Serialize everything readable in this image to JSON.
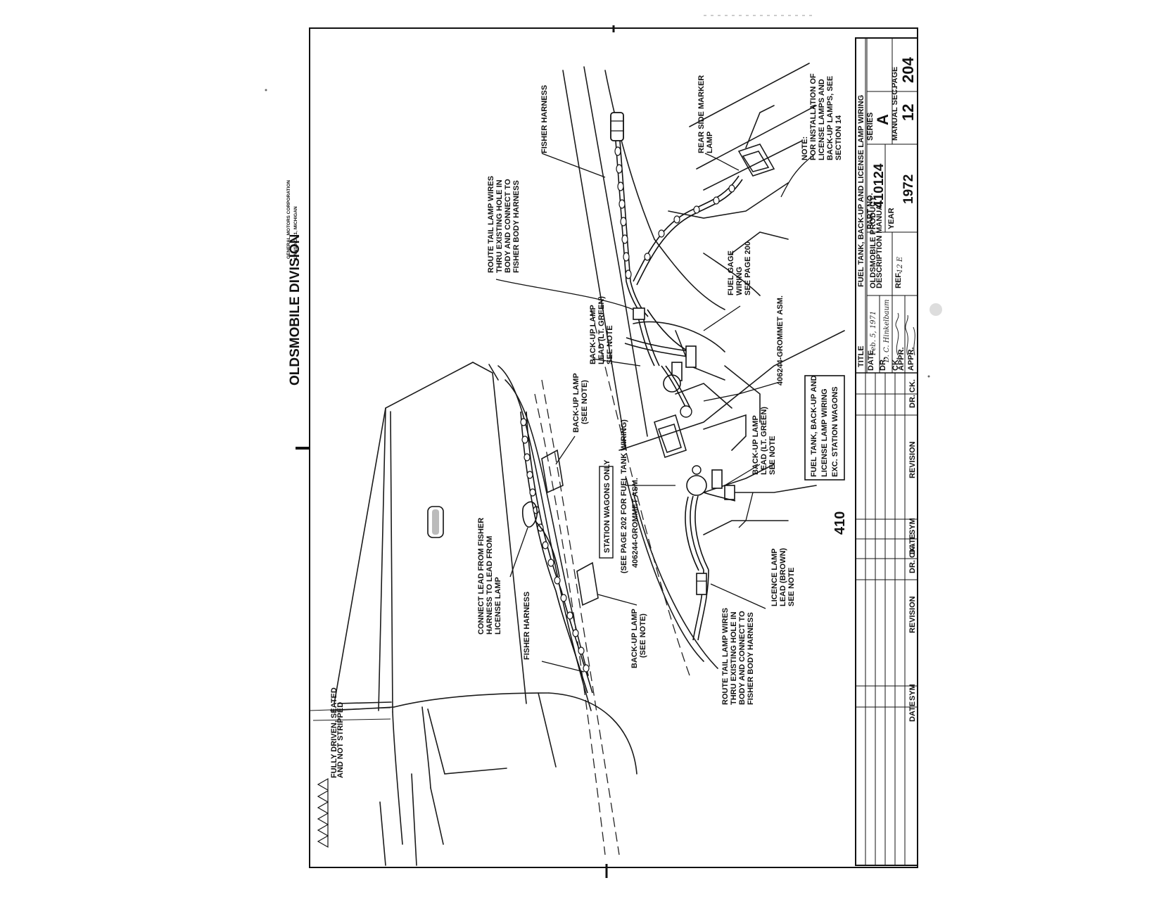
{
  "header": {
    "division": "OLDSMOBILE DIVISION",
    "corp_line1": "GENERAL MOTORS CORPORATION",
    "corp_line2": "LANSING 21, MICHIGAN"
  },
  "callouts": {
    "fisher_harness_top": "FISHER HARNESS",
    "route_tail_top": [
      "ROUTE TAIL LAMP WIRES",
      "THRU EXISTING HOLE IN",
      "BODY AND CONNECT TO",
      "FISHER BODY HARNESS"
    ],
    "rear_side_marker": [
      "REAR SIDE MARKER",
      "LAMP"
    ],
    "note": [
      "NOTE:",
      "FOR INSTALLATION OF",
      "LICENSE LAMPS AND",
      "BACK-UP LAMPS, SEE",
      "SECTION 14"
    ],
    "fuel_gage": [
      "FUEL GAGE",
      "WIRING",
      "SEE PAGE 200"
    ],
    "backup_lead_upper": [
      "BACK-UP LAMP",
      "LEAD (LT. GREEN)",
      "SEE NOTE"
    ],
    "grommet_upper": "406244-GROMMET ASM.",
    "backup_lamp_upper": [
      "BACK-UP LAMP",
      "(SEE NOTE)"
    ],
    "station_wagons_only": "STATION WAGONS ONLY",
    "see_page_202": "(SEE PAGE 202 FOR FUEL TANK WIRING)",
    "grommet_lower": "406244-GROMMET ASM.",
    "backup_lead_lower": [
      "BACK-UP LAMP",
      "LEAD (LT. GREEN)",
      "SEE NOTE"
    ],
    "boxed_title": [
      "FUEL TANK, BACK-UP AND",
      "LICENSE LAMP WIRING",
      "EXC. STATION WAGONS"
    ],
    "licence_lamp_lead": [
      "LICENCE LAMP",
      "LEAD (BROWN)",
      "SEE NOTE"
    ],
    "connect_lead": [
      "CONNECT LEAD FROM FISHER",
      "HARNESS TO LEAD FROM",
      "LICENSE LAMP"
    ],
    "fisher_harness_lower": "FISHER HARNESS",
    "backup_lamp_lower": [
      "BACK-UP LAMP",
      "(SEE NOTE)"
    ],
    "route_tail_bottom": [
      "ROUTE TAIL LAMP WIRES",
      "THRU EXISTING HOLE IN",
      "BODY AND CONNECT TO",
      "FISHER BODY HARNESS"
    ],
    "group_number": "410",
    "fully_driven": [
      "FULLY DRIVEN, SEATED",
      "AND NOT STRIPPED"
    ]
  },
  "title_block": {
    "title_label": "TITLE",
    "title": "FUEL TANK, BACK-UP AND LICENSE LAMP WIRING",
    "product_line": "OLDSMOBILE PRODUCT",
    "manual_line": "DESCRIPTION MANUAL",
    "part_no_label": "PART NO.",
    "part_no": "410124",
    "series_label": "SERIES",
    "series": "A",
    "ref_label": "REF.",
    "ref": "12 E",
    "year_label": "YEAR",
    "year": "1972",
    "manual_sec_label": "MANUAL SEC.",
    "manual_sec": "12",
    "page_label": "PAGE",
    "page": "204",
    "date_label": "DATE",
    "date": "Feb. 5, 1971",
    "dr_label": "DR.",
    "drawn_by": "D. C. Hinkelbaum",
    "ck_label": "CK.",
    "appr1_label": "APPR.",
    "appr2_label": "APPR.",
    "revision_label": "REVISION",
    "sym_label": "SYM",
    "drck_label": "DR. CK."
  }
}
